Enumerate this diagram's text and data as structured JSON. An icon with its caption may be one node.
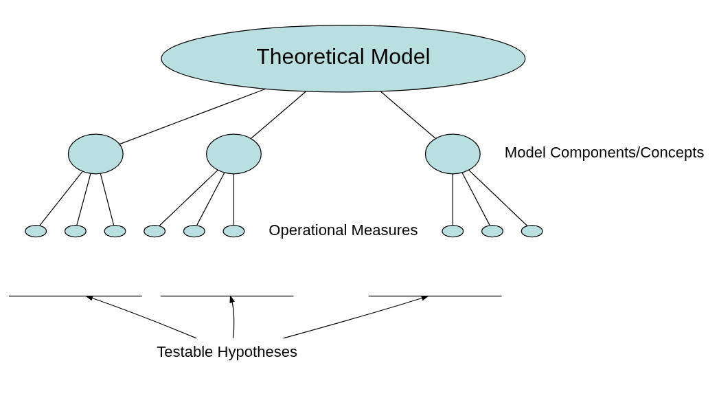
{
  "diagram": {
    "nodes": [
      {
        "text": [
          "Theoretical Model"
        ]
      },
      {
        "text": [],
        "shape": "circle"
      },
      {
        "text": [],
        "shape": "circle"
      },
      {
        "text": [],
        "shape": "circle"
      },
      {
        "text": [],
        "shape": "ellipse"
      },
      {
        "text": [],
        "shape": "ellipse"
      },
      {
        "text": [],
        "shape": "ellipse"
      },
      {
        "text": [],
        "shape": "ellipse"
      },
      {
        "text": [],
        "shape": "ellipse"
      },
      {
        "text": [],
        "shape": "ellipse"
      },
      {
        "text": [],
        "shape": "ellipse"
      },
      {
        "text": [],
        "shape": "ellipse"
      },
      {
        "text": [],
        "shape": "ellipse"
      },
      {
        "text": [],
        "shape": "brace"
      },
      {
        "text": [],
        "shape": "brace"
      },
      {
        "text": [],
        "shape": "brace"
      },
      {
        "text": [
          "Testable Hypotheses"
        ]
      }
    ],
    "edges": [
      {
        "from": 0,
        "to": 1,
        "arrow": "none"
      },
      {
        "from": 0,
        "to": 2,
        "arrow": "none"
      },
      {
        "from": 0,
        "to": 3,
        "arrow": "none"
      },
      {
        "from": 1,
        "to": 4,
        "arrow": "none"
      },
      {
        "from": 1,
        "to": 5,
        "arrow": "none"
      },
      {
        "from": 1,
        "to": 6,
        "arrow": "none"
      },
      {
        "from": 2,
        "to": 7,
        "arrow": "none"
      },
      {
        "from": 2,
        "to": 8,
        "arrow": "none"
      },
      {
        "from": 2,
        "to": 9,
        "arrow": "none"
      },
      {
        "from": 3,
        "to": 10,
        "arrow": "none"
      },
      {
        "from": 3,
        "to": 11,
        "arrow": "none"
      },
      {
        "from": 3,
        "to": 12,
        "arrow": "none"
      },
      {
        "from": 16,
        "to": 13,
        "arrow": "to"
      },
      {
        "from": 16,
        "to": 14,
        "arrow": "to"
      },
      {
        "from": 16,
        "to": 15,
        "arrow": "to"
      }
    ],
    "labels": [
      "Model Components/Concepts",
      "Operational Measures"
    ]
  }
}
